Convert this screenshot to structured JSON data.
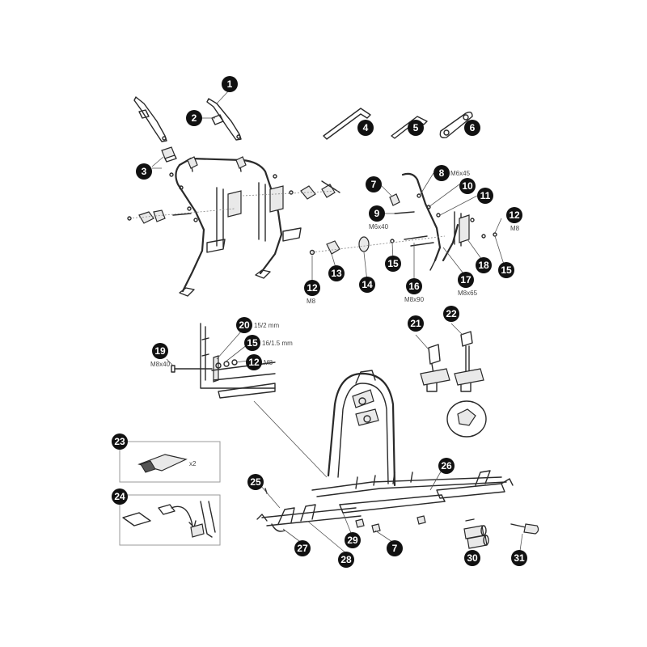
{
  "callouts": [
    {
      "id": "1",
      "label": "1"
    },
    {
      "id": "2",
      "label": "2"
    },
    {
      "id": "3",
      "label": "3"
    },
    {
      "id": "4",
      "label": "4"
    },
    {
      "id": "5",
      "label": "5"
    },
    {
      "id": "6",
      "label": "6"
    },
    {
      "id": "7a",
      "label": "7"
    },
    {
      "id": "8",
      "label": "8",
      "spec": "M6x45"
    },
    {
      "id": "9",
      "label": "9",
      "spec": "M6x40"
    },
    {
      "id": "10",
      "label": "10"
    },
    {
      "id": "11",
      "label": "11"
    },
    {
      "id": "12a",
      "label": "12",
      "spec": "M8"
    },
    {
      "id": "12b",
      "label": "12",
      "spec": "M8"
    },
    {
      "id": "13",
      "label": "13"
    },
    {
      "id": "14",
      "label": "14"
    },
    {
      "id": "15a",
      "label": "15"
    },
    {
      "id": "15b",
      "label": "15"
    },
    {
      "id": "16",
      "label": "16",
      "spec": "M8x90"
    },
    {
      "id": "17",
      "label": "17",
      "spec": "M8x65"
    },
    {
      "id": "18",
      "label": "18"
    },
    {
      "id": "19",
      "label": "19",
      "spec": "M8x40"
    },
    {
      "id": "20",
      "label": "20",
      "spec": "15/2 mm"
    },
    {
      "id": "15c",
      "label": "15",
      "spec": "16/1.5 mm"
    },
    {
      "id": "12c",
      "label": "12",
      "spec": "M8"
    },
    {
      "id": "21",
      "label": "21"
    },
    {
      "id": "22",
      "label": "22"
    },
    {
      "id": "23",
      "label": "23"
    },
    {
      "id": "24",
      "label": "24"
    },
    {
      "id": "25",
      "label": "25"
    },
    {
      "id": "26",
      "label": "26"
    },
    {
      "id": "27",
      "label": "27"
    },
    {
      "id": "28",
      "label": "28"
    },
    {
      "id": "29",
      "label": "29"
    },
    {
      "id": "7b",
      "label": "7"
    },
    {
      "id": "30",
      "label": "30"
    },
    {
      "id": "31",
      "label": "31"
    }
  ],
  "panel_23": {
    "quantity": "x2"
  }
}
